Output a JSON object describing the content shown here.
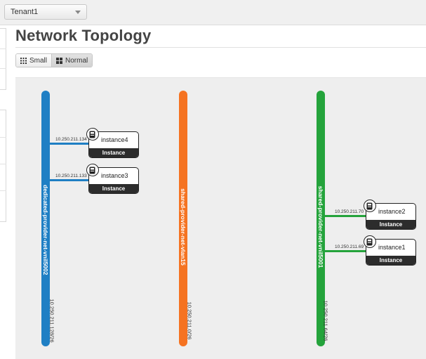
{
  "tenant": {
    "selected": "Tenant1"
  },
  "page": {
    "title": "Network Topology"
  },
  "size_toggle": {
    "small_label": "Small",
    "normal_label": "Normal",
    "active": "Normal"
  },
  "networks": [
    {
      "name": "dedicated-provider-net-vnil5002",
      "cidr": "10.250.211.128/26",
      "color": "#1f7fc4"
    },
    {
      "name": "shared-provider-net-vlan15",
      "cidr": "10.250.211.0/26",
      "color": "#f57321"
    },
    {
      "name": "shared-provider-net-vnil5001",
      "cidr": "10.250.211.64/26",
      "color": "#24a33b"
    }
  ],
  "instances": [
    {
      "name": "instance4",
      "type": "Instance",
      "ip": "10.250.211.134",
      "network": 0
    },
    {
      "name": "instance3",
      "type": "Instance",
      "ip": "10.250.211.133",
      "network": 0
    },
    {
      "name": "instance2",
      "type": "Instance",
      "ip": "10.250.211.70",
      "network": 2
    },
    {
      "name": "instance1",
      "type": "Instance",
      "ip": "10.250.211.69",
      "network": 2
    }
  ]
}
